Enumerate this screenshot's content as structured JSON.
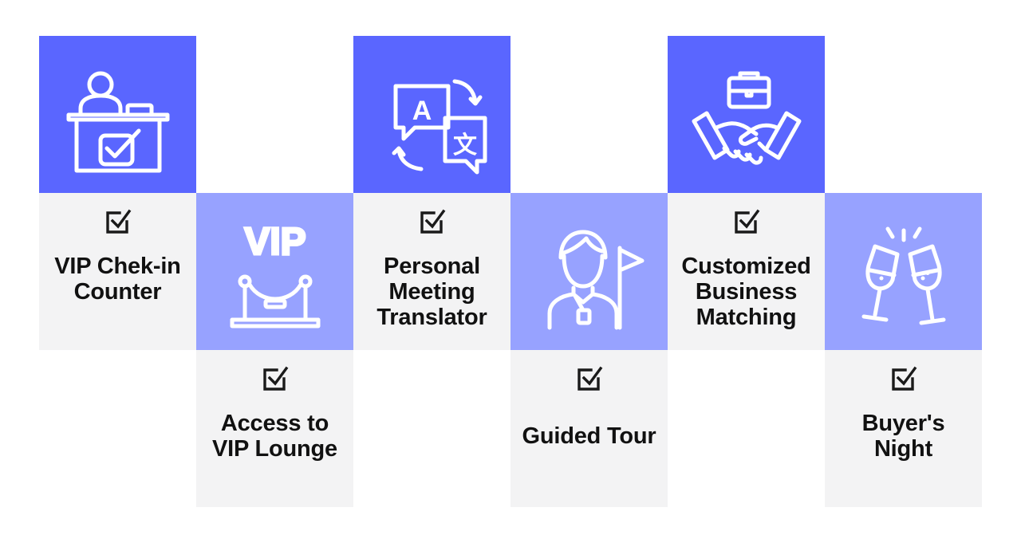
{
  "colors": {
    "dark_tile": "#5a66ff",
    "light_tile": "#97a2ff",
    "text_tile": "#f3f3f4",
    "text": "#111111"
  },
  "features": [
    {
      "label_line1": "VIP Chek-in",
      "label_line2": "Counter",
      "icon": "reception-desk-icon"
    },
    {
      "label_line1": "Access to",
      "label_line2": "VIP Lounge",
      "icon": "vip-rope-icon"
    },
    {
      "label_line1": "Personal",
      "label_line2": "Meeting",
      "label_line3": "Translator",
      "icon": "translate-icon"
    },
    {
      "label_line1": "Guided Tour",
      "icon": "tour-guide-icon"
    },
    {
      "label_line1": "Customized",
      "label_line2": "Business",
      "label_line3": "Matching",
      "icon": "handshake-icon"
    },
    {
      "label_line1": "Buyer's",
      "label_line2": "Night",
      "icon": "champagne-toast-icon"
    }
  ],
  "icon_text": {
    "vip": "VIP",
    "letter_a": "A",
    "letter_wen": "文"
  }
}
